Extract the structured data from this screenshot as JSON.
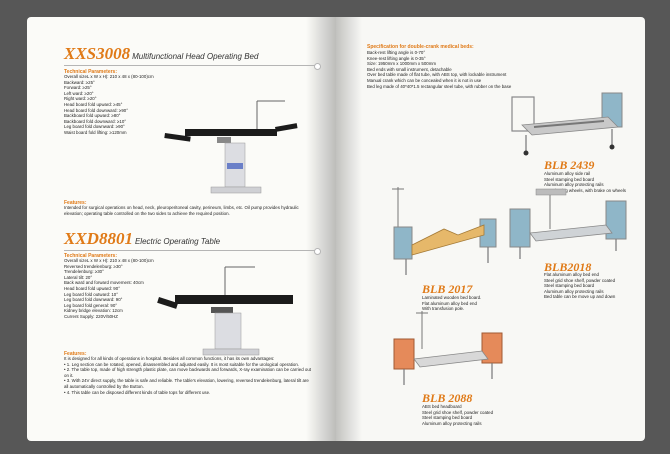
{
  "left": {
    "p1": {
      "model": "XXS3008",
      "subtitle": "Multifunctional Head Operating Bed",
      "params_heading": "Technical Parameters:",
      "params": [
        "Overall sizeL x W x H): 210 x 48 x (80-100)cm",
        "Backward: ≥25°",
        "Forward: ≥25°",
        "Left ward: ≥20°",
        "Right ward: ≥20°",
        "Head board fold upward: ≥45°",
        "Head board fold downward: ≥90°",
        "Backboard fold upward: ≥80°",
        "Backboard fold downward: ≥10°",
        "Leg board fold downward: ≥90°",
        "Waist board fold lifting: ≥120mm"
      ],
      "features_heading": "Features:",
      "features": "Intended for surgical operations on head, neck, pleuroperitoneal cavity, perineum, limbs, etc. Oil pump provides hydraulic elevation; operating table controlled on the two sides to achieve the required position."
    },
    "p2": {
      "model": "XXD8801",
      "subtitle": "Electric Operating Table",
      "params_heading": "Technical Parameters:",
      "params": [
        "Overall sizeL x W x H): 210 x 48 x (80-100)cm",
        "Reversed trendelenburg: ≥30°",
        "Trendelenburg: ≥30°",
        "Lateral tilt: 20°",
        "Back ward and forward movement: 40cm",
        "Head board fold upward: 90°",
        "Leg board fold outward: 10°",
        "Leg board fold downward: 90°",
        "Leg board fold general: 90°",
        "Kidney bridge elevation: 12cm",
        "Current Supply: 220V/50HZ"
      ],
      "features_heading": "Features:",
      "features": [
        "It is designed for all kinds of operations in hospital. Besides all common functions, it has its own advantages:",
        "• 1. Leg section can be rotated, opened, disassembled and adjusted easily. It is most suitable for the urological operation.",
        "• 2. The table top, made of high strength plastic plate, can move backwards and forwards, X-ray examination can be carried out on it.",
        "• 3. With 24V direct supply, the table is safe and reliable. The table's elevation, lowering, reversed trendelenburg, lateral tilt are all automatically controlled by the Button.",
        "• 4. This table can be disposed different kinds of table tops for different use."
      ]
    }
  },
  "right": {
    "spec_heading": "Specification for double-crank medical beds:",
    "spec": [
      "Back-rest lifting angle is 0-70°",
      "Knee-rest lifting angle is 0-35°",
      "Size: 1950mm x 1000mm x 500mm",
      "Bed ends with small instrument, detachable",
      "Over bed table made of flat tube, with ABS top, with lockable instrument",
      "Manual crank which can be concealed when it is not in use",
      "Bed leg made of 40*40*1.5 rectangular steel tube, with rubber on the base"
    ],
    "blb2439": {
      "model": "BLB 2439",
      "lines": [
        "Aluminum alloy side rail",
        "Steel stamping bed board",
        "Aluminum alloy protecting rails",
        "Legs having wheels, with brake on wheels"
      ]
    },
    "blb2017": {
      "model": "BLB 2017",
      "lines": [
        "Laminated wooden bed board.",
        "Flat aluminum alloy bed end",
        "With transfusion pole."
      ]
    },
    "blb2018": {
      "model": "BLB2018",
      "lines": [
        "Flat aluminum alloy bed end",
        "Steel grid shoe shelf, powder coated",
        "Steel stamping bed board",
        "Aluminum alloy protecting rails",
        "Bed table can be move up and down"
      ]
    },
    "blb2088": {
      "model": "BLB 2088",
      "lines": [
        "ABS bed headboard",
        "Steel grid shoe shelf, powder coated",
        "Steel stamping bed board",
        "Aluminum alloy protecting rails"
      ]
    }
  },
  "colors": {
    "accent": "#e07a17",
    "background": "#575757",
    "paper": "#fbfbf8"
  }
}
